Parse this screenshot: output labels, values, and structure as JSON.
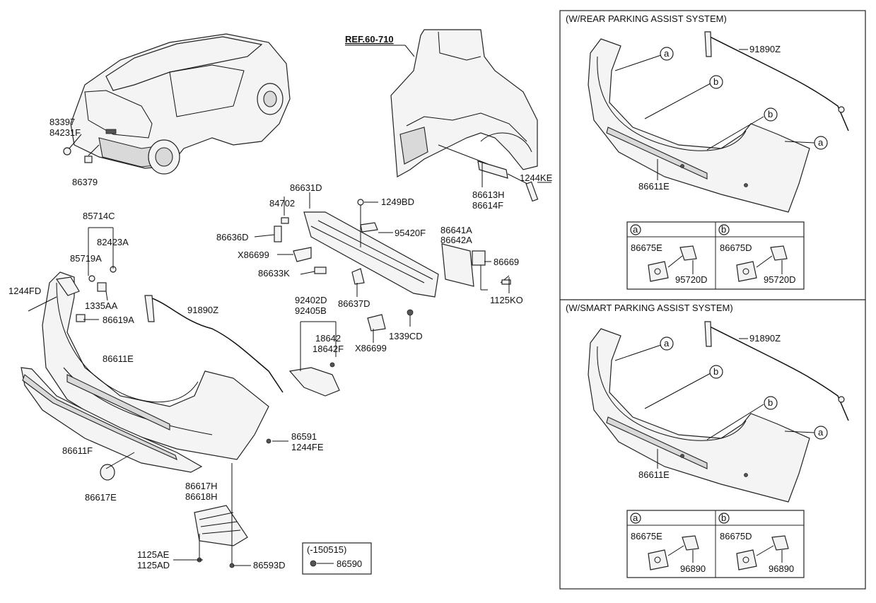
{
  "reference": {
    "label": "REF.60-710"
  },
  "main_labels": {
    "p83397": "83397",
    "p84231F": "84231F",
    "p86379": "86379",
    "p85714C": "85714C",
    "p82423A": "82423A",
    "p85719A": "85719A",
    "p1244FD": "1244FD",
    "p1335AA": "1335AA",
    "p86619A": "86619A",
    "p91890Z": "91890Z",
    "p86611E": "86611E",
    "p86611F": "86611F",
    "p86617E": "86617E",
    "p86617H": "86617H",
    "p86618H": "86618H",
    "p1125AE": "1125AE",
    "p1125AD": "1125AD",
    "p86593D": "86593D",
    "p86591": "86591",
    "p1244FE": "1244FE",
    "p86631D": "86631D",
    "p84702": "84702",
    "p86636D": "86636D",
    "pX86699a": "X86699",
    "p86633K": "86633K",
    "p86637D": "86637D",
    "p1249BD": "1249BD",
    "p95420F": "95420F",
    "p92402D": "92402D",
    "p92405B": "92405B",
    "p18642": "18642",
    "p18642F": "18642F",
    "pX86699b": "X86699",
    "p1339CD": "1339CD",
    "p86641A": "86641A",
    "p86642A": "86642A",
    "p86669": "86669",
    "p1125KO": "1125KO",
    "p86613H": "86613H",
    "p86614F": "86614F",
    "p1244KE": "1244KE"
  },
  "variant_box": {
    "title": "(-150515)",
    "part": "86590"
  },
  "panel_rear": {
    "title": "(W/REAR PARKING ASSIST SYSTEM)",
    "harness": "91890Z",
    "bumper": "86611E",
    "callout_a": "a",
    "callout_b": "b",
    "cell_a": {
      "tag": "a",
      "bracket": "86675E",
      "sensor": "95720D"
    },
    "cell_b": {
      "tag": "b",
      "bracket": "86675D",
      "sensor": "95720D"
    }
  },
  "panel_smart": {
    "title": "(W/SMART PARKING ASSIST SYSTEM)",
    "harness": "91890Z",
    "bumper": "86611E",
    "callout_a": "a",
    "callout_b": "b",
    "cell_a": {
      "tag": "a",
      "bracket": "86675E",
      "sensor": "96890"
    },
    "cell_b": {
      "tag": "b",
      "bracket": "86675D",
      "sensor": "96890"
    }
  }
}
